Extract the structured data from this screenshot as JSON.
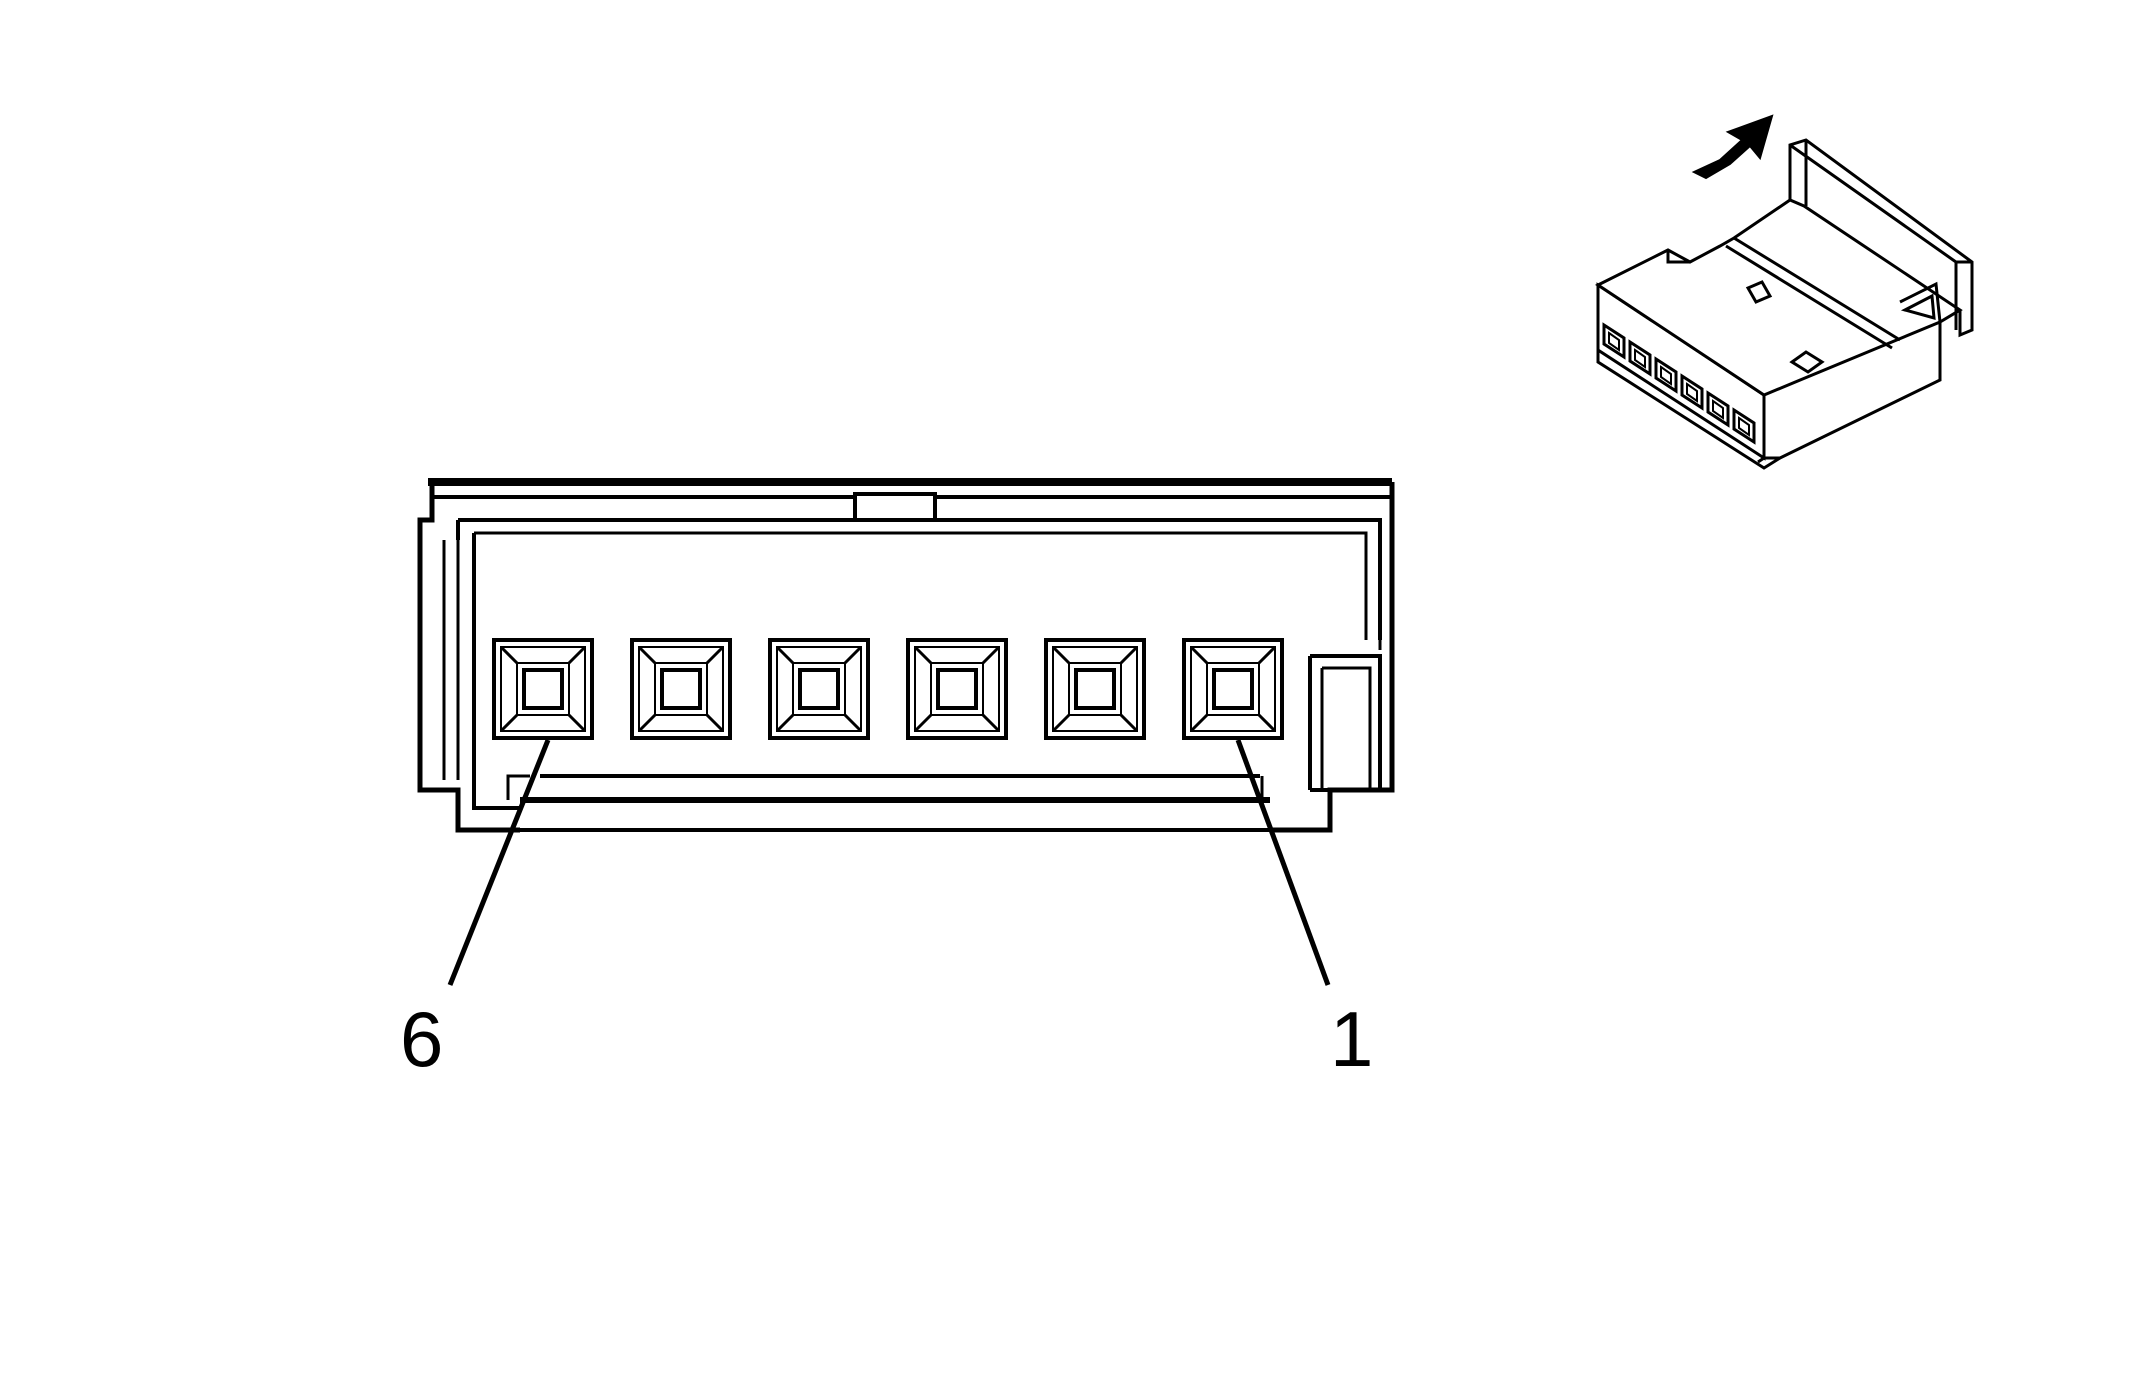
{
  "diagram": {
    "connector": {
      "pin_count": 6
    },
    "callouts": [
      {
        "label": "6"
      },
      {
        "label": "1"
      }
    ],
    "inset": {
      "arrow_icon": "arrow-up-right-icon"
    }
  }
}
